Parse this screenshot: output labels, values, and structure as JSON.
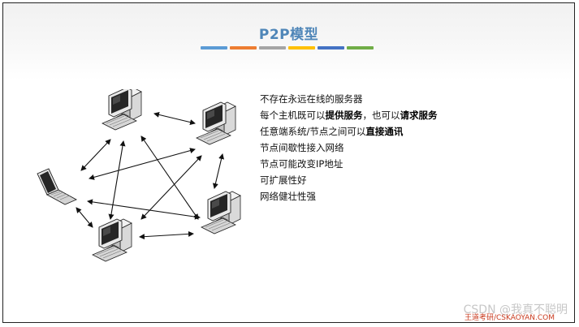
{
  "slide": {
    "title": "P2P模型",
    "accent_stripes": [
      "#5b9bd5",
      "#ed7d31",
      "#a5a5a5",
      "#ffc000",
      "#4472c4",
      "#70ad47"
    ]
  },
  "bullets": [
    {
      "pre": "不存在永远在线的服务器",
      "bold": "",
      "mid": "",
      "bold2": ""
    },
    {
      "pre": "每个主机既可以",
      "bold": "提供服务",
      "mid": "，也可以",
      "bold2": "请求服务"
    },
    {
      "pre": "任意端系统/节点之间可以",
      "bold": "直接通讯",
      "mid": "",
      "bold2": ""
    },
    {
      "pre": "节点间歇性接入网络",
      "bold": "",
      "mid": "",
      "bold2": ""
    },
    {
      "pre": "节点可能改变IP地址",
      "bold": "",
      "mid": "",
      "bold2": ""
    },
    {
      "pre": "可扩展性好",
      "bold": "",
      "mid": "",
      "bold2": ""
    },
    {
      "pre": "网络健壮性强",
      "bold": "",
      "mid": "",
      "bold2": ""
    }
  ],
  "watermark": {
    "csdn": "CSDN @我真不聪明",
    "site": "王道考研/CSKAOYAN.COM"
  },
  "diagram": {
    "nodes": [
      "desktop-top-left",
      "desktop-top-right",
      "laptop-left",
      "desktop-right",
      "desktop-bottom"
    ]
  }
}
